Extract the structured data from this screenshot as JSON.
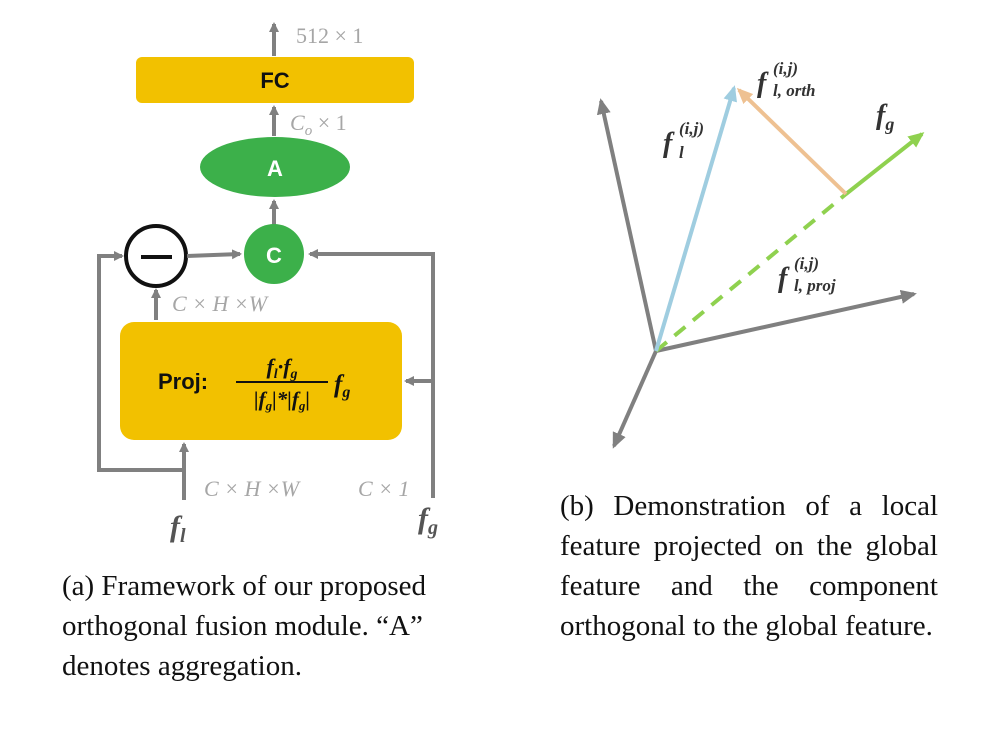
{
  "panel_a": {
    "top_output_dim": "512 × 1",
    "fc_label": "FC",
    "agg_output_dim": "C",
    "agg_output_dim_sub": "o",
    "agg_output_dim_rest": " × 1",
    "agg_label": "A",
    "concat_label": "C",
    "proj_output_dim": "C × H ×W",
    "proj_label": "Proj:",
    "proj_num_a": "f",
    "proj_num_a_sub": "l",
    "proj_num_dot": "·",
    "proj_num_b": "f",
    "proj_num_b_sub": "g",
    "proj_den": "|f|*|f|",
    "proj_den_left": "|",
    "proj_den_f1": "f",
    "proj_den_f1_sub": "g",
    "proj_den_mid": "|*|",
    "proj_den_f2": "f",
    "proj_den_f2_sub": "g",
    "proj_den_right": "|",
    "proj_mult": "f",
    "proj_mult_sub": "g",
    "local_input_dim": "C × H ×W",
    "global_input_dim": "C × 1",
    "local_input": "f",
    "local_input_sub": "l",
    "global_input": "f",
    "global_input_sub": "g",
    "caption": "(a) Framework of our proposed orthogonal fusion module. “A” denotes aggregation."
  },
  "panel_b": {
    "orth_label": "f",
    "orth_sup": "(i,j)",
    "orth_sub": "l, orth",
    "local_label": "f",
    "local_sup": "(i,j)",
    "local_sub": "l",
    "global_label": "f",
    "global_sub": "g",
    "proj_label": "f",
    "proj_sup": "(i,j)",
    "proj_sub": "l, proj",
    "caption": "(b) Demonstration of a local feature projected on the global feature and the component orthogonal to the global feature."
  },
  "colors": {
    "gold": "#f2c100",
    "green": "#3cb04a",
    "gray": "#808080",
    "light_gray": "#a6a6a6",
    "blue": "#9fcde0",
    "orange": "#eec192",
    "lime": "#8fd14f"
  }
}
